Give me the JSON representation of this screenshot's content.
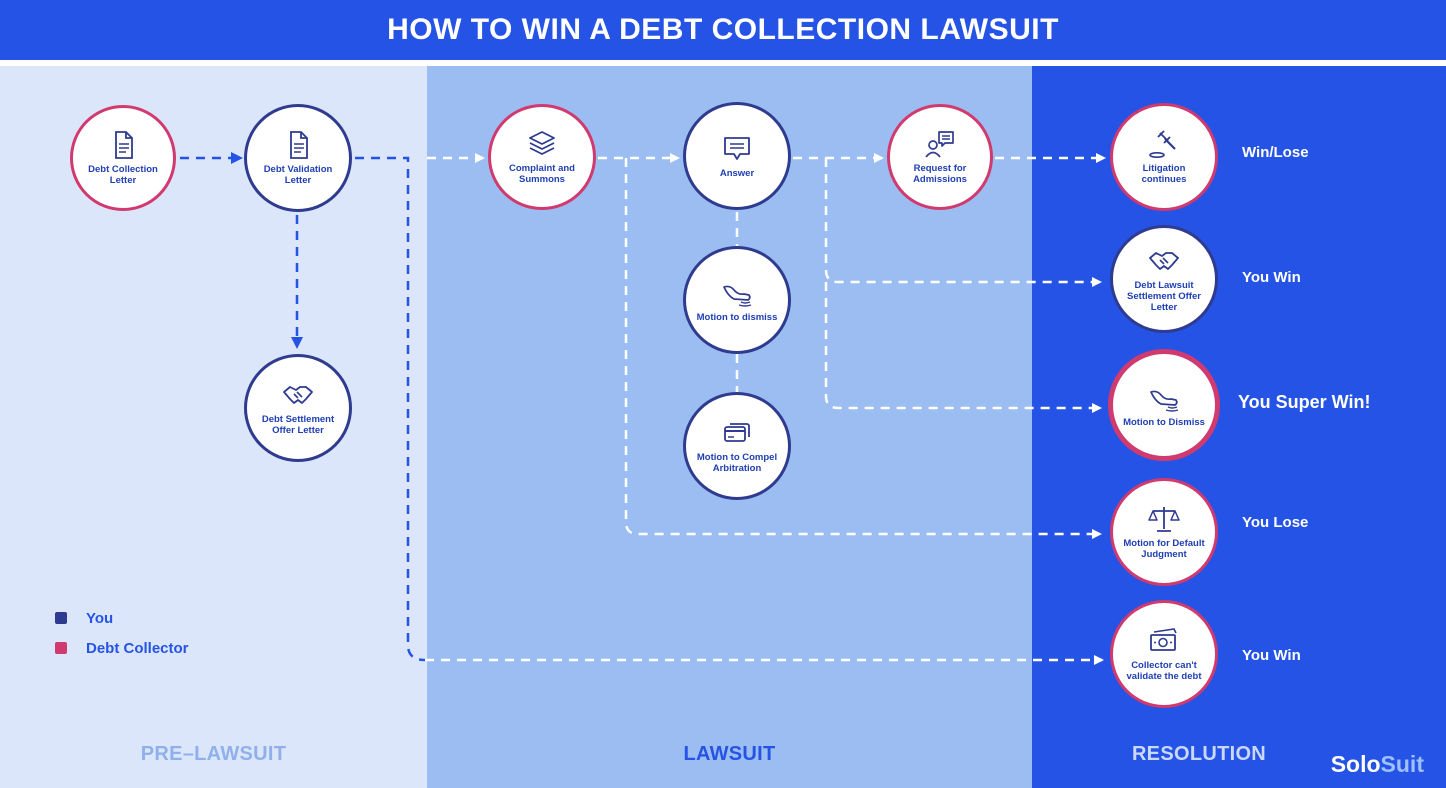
{
  "title": "HOW TO WIN A DEBT COLLECTION LAWSUIT",
  "columns": {
    "pre": "PRE–LAWSUIT",
    "law": "LAWSUIT",
    "res": "RESOLUTION"
  },
  "nodes": {
    "debt_collection_letter": "Debt Collection Letter",
    "debt_validation_letter": "Debt Validation Letter",
    "debt_settlement_offer_letter": "Debt Settlement Offer Letter",
    "complaint_and_summons": "Complaint and Summons",
    "answer": "Answer",
    "motion_to_dismiss_lawsuit": "Motion to dismiss",
    "motion_to_compel_arbitration": "Motion to Compel Arbitration",
    "request_for_admissions": "Request for Admissions",
    "litigation_continues": "Litigation continues",
    "debt_lawsuit_settlement_offer_letter": "Debt Lawsuit Settlement Offer Letter",
    "motion_to_dismiss_resolution": "Motion to Dismiss",
    "motion_for_default_judgment": "Motion for Default Judgment",
    "collector_cant_validate": "Collector can't validate the debt"
  },
  "outcomes": {
    "litigation_continues": "Win/Lose",
    "settlement_offer": "You Win",
    "motion_to_dismiss": "You Super Win!",
    "default_judgment": "You Lose",
    "cant_validate": "You Win"
  },
  "legend": {
    "you": "You",
    "collector": "Debt Collector"
  },
  "brand": {
    "part1": "Solo",
    "part2": "Suit"
  },
  "colors": {
    "header_blue": "#2553e6",
    "you_navy": "#2e3b8f",
    "collector_pink": "#d13a6e",
    "pre_bg": "#dce6fa",
    "lawsuit_bg": "#9bbdf2",
    "resolution_bg": "#2553e6"
  },
  "icons": {
    "debt_collection_letter": "document-icon",
    "debt_validation_letter": "document-icon",
    "debt_settlement_offer_letter": "handshake-icon",
    "complaint_and_summons": "layers-icon",
    "answer": "speech-bubble-icon",
    "motion_to_dismiss_lawsuit": "kick-icon",
    "motion_to_compel_arbitration": "cards-icon",
    "request_for_admissions": "person-chat-icon",
    "litigation_continues": "gavel-icon",
    "debt_lawsuit_settlement_offer_letter": "handshake-icon",
    "motion_to_dismiss_resolution": "kick-icon",
    "motion_for_default_judgment": "scales-icon",
    "collector_cant_validate": "money-icon"
  }
}
